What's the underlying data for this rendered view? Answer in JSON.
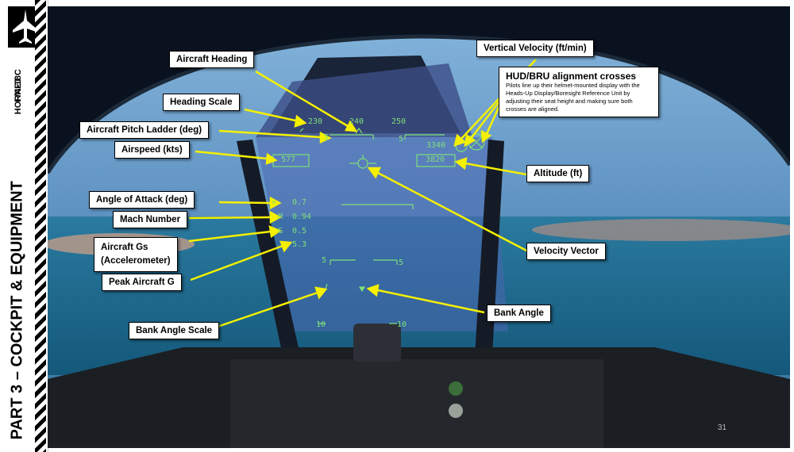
{
  "sidebar": {
    "brand_line1": "F/A-18C",
    "brand_line2": "HORNET",
    "part": "PART 3 – COCKPIT & EQUIPMENT"
  },
  "labels": {
    "aircraft_heading": "Aircraft Heading",
    "heading_scale": "Heading Scale",
    "pitch_ladder": "Aircraft Pitch Ladder (deg)",
    "airspeed": "Airspeed (kts)",
    "aoa": "Angle of Attack (deg)",
    "mach": "Mach Number",
    "gs_line1": "Aircraft Gs",
    "gs_line2": "(Accelerometer)",
    "peak_g": "Peak Aircraft G",
    "bank_scale": "Bank Angle Scale",
    "vertical_velocity": "Vertical Velocity (ft/min)",
    "bru_title": "HUD/BRU alignment crosses",
    "bru_desc": "Pilots line up their helmet-mounted display with the Heads-Up Display/Boresight Reference Unit by adjusting their seat height and making sure both crosses are aligned.",
    "altitude": "Altitude (ft)",
    "velocity_vector": "Velocity Vector",
    "bank_angle": "Bank Angle"
  },
  "hud": {
    "heading_230": "230",
    "heading_240": "240",
    "heading_250": "250",
    "pitch_left": "5",
    "pitch_right": "5",
    "vv": "3340",
    "airspeed": "577",
    "altitude": "3820",
    "aoa": "0.7",
    "mach_symbol": "M",
    "mach": "0.94",
    "g_symbol": "G",
    "g": "0.5",
    "peak_g": "5.3",
    "ladder_low_left": "5",
    "ladder_low_right": "5",
    "bank_left": "10",
    "bank_right": "10"
  },
  "page_number": "31",
  "colors": {
    "hud": "#7fe07a",
    "callout": "#f4f000",
    "sky": "#5c90bf",
    "sea": "#1f6a90"
  }
}
